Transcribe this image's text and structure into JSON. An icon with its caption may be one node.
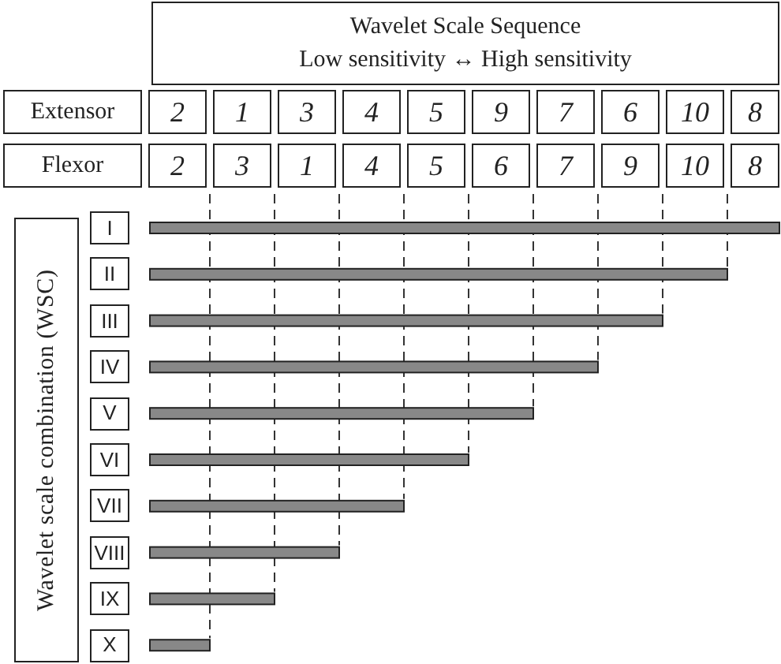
{
  "diagram": {
    "nodes": [
      {
        "text": [
          "Wavelet Scale Sequence",
          "Low sensitivity ↔ High sensitivity"
        ]
      },
      {
        "text": [
          "Extensor"
        ]
      },
      {
        "text": [
          "2"
        ]
      },
      {
        "text": [
          "1"
        ]
      },
      {
        "text": [
          "3"
        ]
      },
      {
        "text": [
          "4"
        ]
      },
      {
        "text": [
          "5"
        ]
      },
      {
        "text": [
          "9"
        ]
      },
      {
        "text": [
          "7"
        ]
      },
      {
        "text": [
          "6"
        ]
      },
      {
        "text": [
          "10"
        ]
      },
      {
        "text": [
          "8"
        ]
      },
      {
        "text": [
          "Flexor"
        ]
      },
      {
        "text": [
          "2"
        ]
      },
      {
        "text": [
          "3"
        ]
      },
      {
        "text": [
          "1"
        ]
      },
      {
        "text": [
          "4"
        ]
      },
      {
        "text": [
          "5"
        ]
      },
      {
        "text": [
          "6"
        ]
      },
      {
        "text": [
          "7"
        ]
      },
      {
        "text": [
          "9"
        ]
      },
      {
        "text": [
          "10"
        ]
      },
      {
        "text": [
          "8"
        ]
      },
      {
        "text": [
          "Wavelet scale combination (WSC)"
        ]
      },
      {
        "text": [
          "I"
        ]
      },
      {
        "text": [],
        "shape": "bar"
      },
      {
        "text": [
          "II"
        ]
      },
      {
        "text": [],
        "shape": "bar"
      },
      {
        "text": [
          "III"
        ]
      },
      {
        "text": [],
        "shape": "bar"
      },
      {
        "text": [
          "IV"
        ]
      },
      {
        "text": [],
        "shape": "bar"
      },
      {
        "text": [
          "V"
        ]
      },
      {
        "text": [],
        "shape": "bar"
      },
      {
        "text": [
          "VI"
        ]
      },
      {
        "text": [],
        "shape": "bar"
      },
      {
        "text": [
          "VII"
        ]
      },
      {
        "text": [],
        "shape": "bar"
      },
      {
        "text": [
          "VIII"
        ]
      },
      {
        "text": [],
        "shape": "bar"
      },
      {
        "text": [
          "IX"
        ]
      },
      {
        "text": [],
        "shape": "bar"
      },
      {
        "text": [
          "X"
        ]
      },
      {
        "text": [],
        "shape": "bar"
      }
    ],
    "edges": []
  }
}
